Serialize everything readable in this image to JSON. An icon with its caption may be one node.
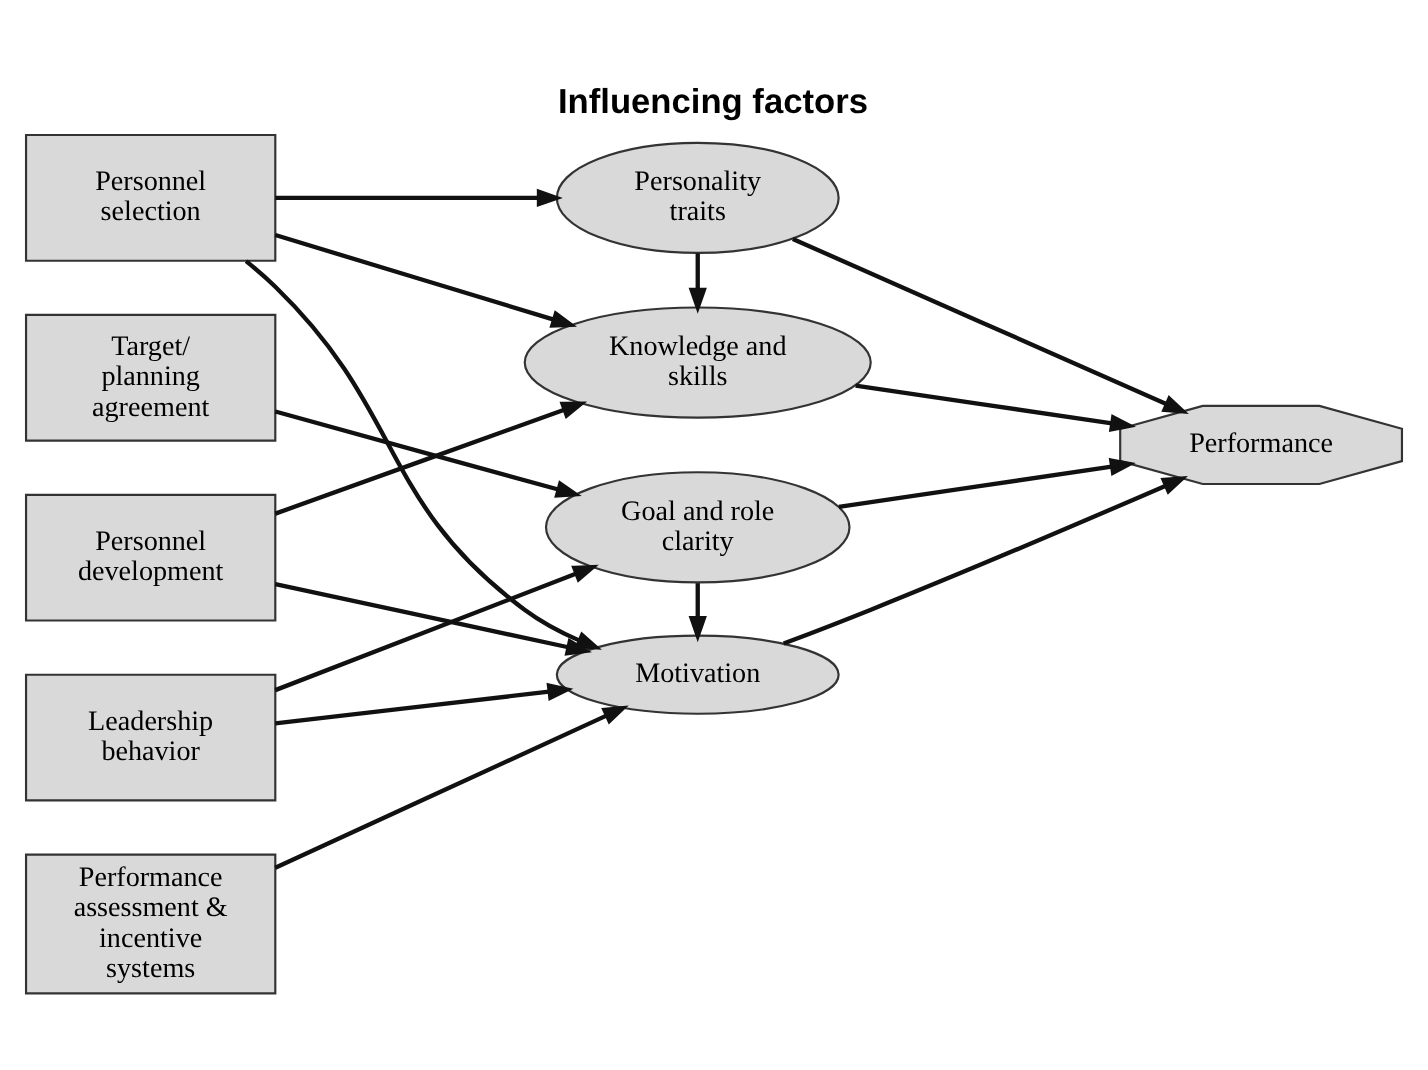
{
  "diagram": {
    "title": "Influencing factors",
    "nodes": [
      {
        "text": [
          "Personnel selection"
        ]
      },
      {
        "text": [
          "Personnel development"
        ]
      },
      {
        "text": [
          "Leadership behavior"
        ]
      },
      {
        "text": [
          "Target/ planning agreement"
        ]
      },
      {
        "text": [
          "Performance assessment & incentive systems"
        ]
      },
      {
        "text": [
          "Personality traits"
        ]
      },
      {
        "text": [
          "Knowledge and skills"
        ]
      },
      {
        "text": [
          "Motivation"
        ]
      },
      {
        "text": [
          "Goal and role clarity"
        ]
      },
      {
        "text": [
          "Performance"
        ]
      }
    ],
    "edges": [
      {
        "from": 0,
        "to": 5,
        "arrow": "to"
      },
      {
        "from": 0,
        "to": 6,
        "arrow": "to"
      },
      {
        "from": 0,
        "to": 7,
        "arrow": "to"
      },
      {
        "from": 1,
        "to": 6,
        "arrow": "to"
      },
      {
        "from": 1,
        "to": 7,
        "arrow": "to"
      },
      {
        "from": 2,
        "to": 7,
        "arrow": "to"
      },
      {
        "from": 2,
        "to": 8,
        "arrow": "to"
      },
      {
        "from": 3,
        "to": 8,
        "arrow": "to"
      },
      {
        "from": 4,
        "to": 7,
        "arrow": "to"
      },
      {
        "from": 5,
        "to": 6,
        "arrow": "to"
      },
      {
        "from": 8,
        "to": 7,
        "arrow": "to"
      },
      {
        "from": 5,
        "to": 9,
        "arrow": "to"
      },
      {
        "from": 6,
        "to": 9,
        "arrow": "to"
      },
      {
        "from": 7,
        "to": 9,
        "arrow": "to"
      },
      {
        "from": 8,
        "to": 9,
        "arrow": "to"
      }
    ]
  }
}
